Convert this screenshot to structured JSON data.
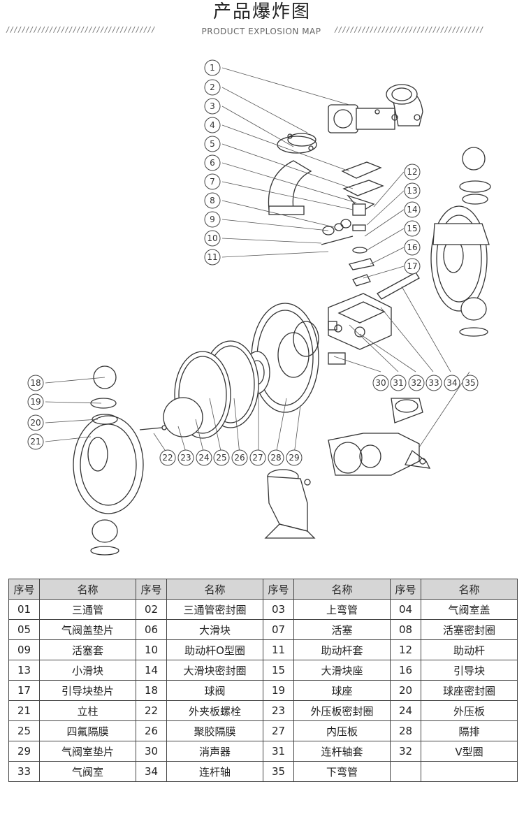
{
  "header": {
    "title": "产品爆炸图",
    "subtitle": "PRODUCT EXPLOSION MAP",
    "slash_left": "//////////////////////////////////////",
    "slash_right": "//////////////////////////////////////"
  },
  "callouts": [
    "1",
    "2",
    "3",
    "4",
    "5",
    "6",
    "7",
    "8",
    "9",
    "10",
    "11",
    "12",
    "13",
    "14",
    "15",
    "16",
    "17",
    "18",
    "19",
    "20",
    "21",
    "22",
    "23",
    "24",
    "25",
    "26",
    "27",
    "28",
    "29",
    "30",
    "31",
    "32",
    "33",
    "34",
    "35"
  ],
  "table": {
    "headers": [
      "序号",
      "名称",
      "序号",
      "名称",
      "序号",
      "名称",
      "序号",
      "名称"
    ],
    "rows": [
      [
        "01",
        "三通管",
        "02",
        "三通管密封圈",
        "03",
        "上弯管",
        "04",
        "气阀室盖"
      ],
      [
        "05",
        "气阀盖垫片",
        "06",
        "大滑块",
        "07",
        "活塞",
        "08",
        "活塞密封圈"
      ],
      [
        "09",
        "活塞套",
        "10",
        "助动杆O型圈",
        "11",
        "助动杆套",
        "12",
        "助动杆"
      ],
      [
        "13",
        "小滑块",
        "14",
        "大滑块密封圈",
        "15",
        "大滑块座",
        "16",
        "引导块"
      ],
      [
        "17",
        "引导块垫片",
        "18",
        "球阀",
        "19",
        "球座",
        "20",
        "球座密封圈"
      ],
      [
        "21",
        "立柱",
        "22",
        "外夹板螺栓",
        "23",
        "外压板密封圈",
        "24",
        "外压板"
      ],
      [
        "25",
        "四氟隔膜",
        "26",
        "聚胶隔膜",
        "27",
        "内压板",
        "28",
        "隔排"
      ],
      [
        "29",
        "气阀室垫片",
        "30",
        "消声器",
        "31",
        "连杆轴套",
        "32",
        "V型圈"
      ],
      [
        "33",
        "气阀室",
        "34",
        "连杆轴",
        "35",
        "下弯管",
        "",
        ""
      ]
    ]
  }
}
